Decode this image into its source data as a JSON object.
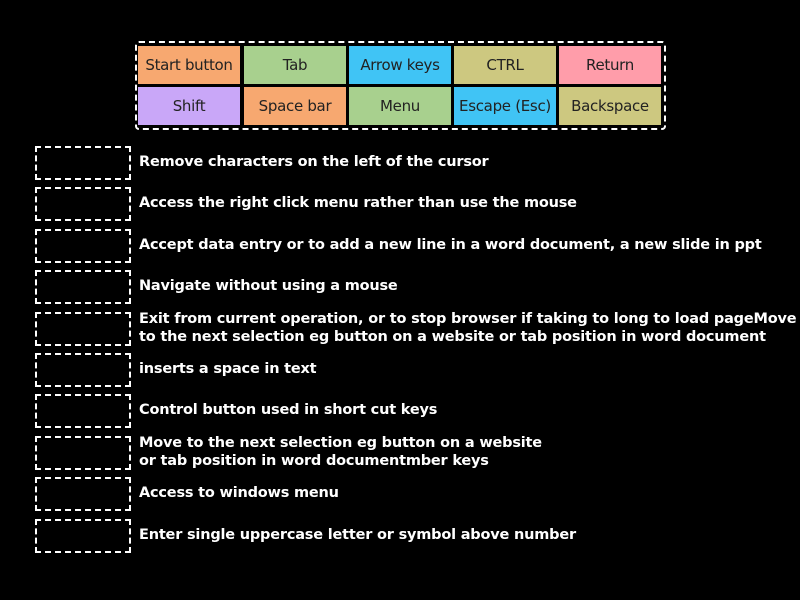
{
  "tiles": [
    {
      "label": "Start button",
      "color": "#f7a870"
    },
    {
      "label": "Tab",
      "color": "#a8d08e"
    },
    {
      "label": "Arrow keys",
      "color": "#40c4f5"
    },
    {
      "label": "CTRL",
      "color": "#cdc880"
    },
    {
      "label": "Return",
      "color": "#ff9daa"
    },
    {
      "label": "Shift",
      "color": "#c9a7f8"
    },
    {
      "label": "Space bar",
      "color": "#f7a870"
    },
    {
      "label": "Menu",
      "color": "#a8d08e"
    },
    {
      "label": "Escape (Esc)",
      "color": "#40c4f5"
    },
    {
      "label": "Backspace",
      "color": "#cdc880"
    }
  ],
  "descriptions": [
    "Remove characters on the left of the cursor",
    "Access the right click menu rather than use the mouse",
    "Accept data entry or to add a new line in a word document, a new slide in ppt",
    "Navigate without using a mouse",
    "Exit from current operation, or to stop browser if taking to long to load pageMove\nto the next selection eg button on a website or tab position in word document",
    "inserts a space in text",
    "Control button used in short cut keys",
    "Move to the next selection eg button on a website\nor tab position in word documentmber keys",
    "Access to windows menu",
    "Enter single uppercase letter or symbol above number"
  ]
}
